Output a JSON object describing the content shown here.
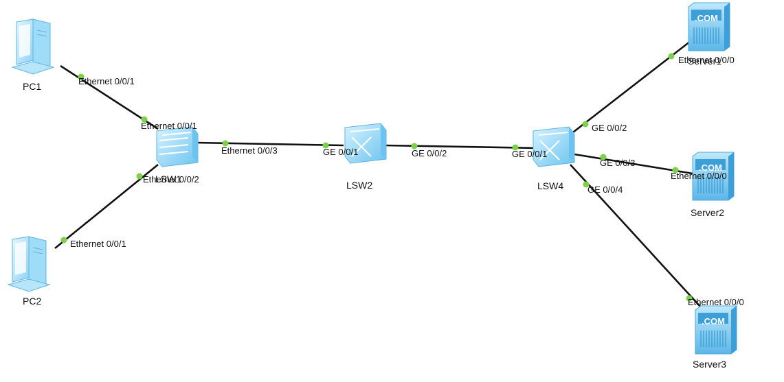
{
  "nodes": {
    "pc1": {
      "name": "PC1",
      "icon": "pc-icon"
    },
    "pc2": {
      "name": "PC2",
      "icon": "pc-icon"
    },
    "lsw1": {
      "name": "LSW1",
      "icon": "switch-icon"
    },
    "lsw2": {
      "name": "LSW2",
      "icon": "l3-switch-icon"
    },
    "lsw4": {
      "name": "LSW4",
      "icon": "l3-switch-icon"
    },
    "server1": {
      "name": "Server1",
      "icon": "server-icon",
      "badge": ".COM"
    },
    "server2": {
      "name": "Server2",
      "icon": "server-icon",
      "badge": ".COM"
    },
    "server3": {
      "name": "Server3",
      "icon": "server-icon",
      "badge": ".COM"
    }
  },
  "links": [
    {
      "a_port": "Ethernet 0/0/1",
      "b_port": "Ethernet 0/0/1"
    },
    {
      "a_port": "Ethernet 0/0/1",
      "b_port": "Ethernet 0/0/2"
    },
    {
      "a_port": "Ethernet 0/0/3",
      "b_port": "GE 0/0/1"
    },
    {
      "a_port": "GE 0/0/2",
      "b_port": "GE 0/0/1"
    },
    {
      "a_port": "GE 0/0/2",
      "b_port": "Ethernet 0/0/0"
    },
    {
      "a_port": "GE 0/0/3",
      "b_port": "Ethernet 0/0/0"
    },
    {
      "a_port": "GE 0/0/4",
      "b_port": "Ethernet 0/0/0"
    }
  ],
  "colors": {
    "link": "#111111",
    "port_dot": "#7bd147",
    "device_light": "#cdeffd",
    "device_mid": "#7ccbf2",
    "device_dark": "#3c9fd8"
  }
}
